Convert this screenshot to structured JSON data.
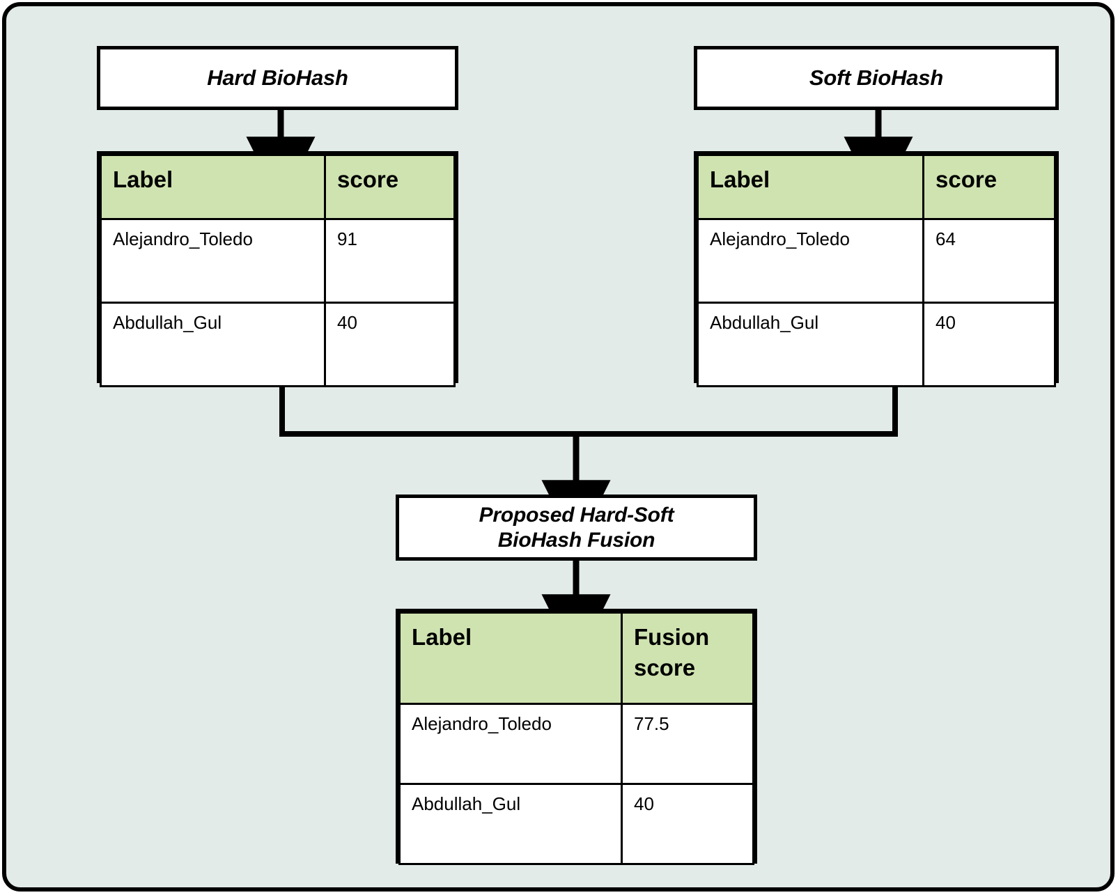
{
  "figure": {
    "title": "Proposed Hard-Soft BioHash Fusion pipeline",
    "background_color": "#e2ebe8",
    "border_color": "#000000",
    "header_fill": "#cfe3b0",
    "box_fill": "#ffffff"
  },
  "boxes": {
    "hard": {
      "label": "Hard BioHash"
    },
    "soft": {
      "label": "Soft BioHash"
    },
    "fusion": {
      "label_line1": "Proposed Hard-Soft",
      "label_line2": "BioHash Fusion"
    }
  },
  "tables": {
    "hard": {
      "name": "hard-biohash-score-table",
      "columns": [
        "Label",
        "score"
      ],
      "rows": [
        {
          "label": "Alejandro_Toledo",
          "score": "91"
        },
        {
          "label": "Abdullah_Gul",
          "score": "40"
        }
      ]
    },
    "soft": {
      "name": "soft-biohash-score-table",
      "columns": [
        "Label",
        "score"
      ],
      "rows": [
        {
          "label": "Alejandro_Toledo",
          "score": "64"
        },
        {
          "label": "Abdullah_Gul",
          "score": "40"
        }
      ]
    },
    "fusion": {
      "name": "fusion-score-table",
      "columns": [
        "Label",
        "Fusion score"
      ],
      "column_2_line1": "Fusion",
      "column_2_line2": "score",
      "rows": [
        {
          "label": "Alejandro_Toledo",
          "score": "77.5"
        },
        {
          "label": "Abdullah_Gul",
          "score": "40"
        }
      ]
    }
  },
  "connectors": [
    {
      "name": "hard-box-to-hard-table-arrow",
      "from": "hard",
      "to": "hard-table"
    },
    {
      "name": "soft-box-to-soft-table-arrow",
      "from": "soft",
      "to": "soft-table"
    },
    {
      "name": "tables-merge-to-fusion-arrow",
      "from": "hard-table,soft-table",
      "to": "fusion"
    },
    {
      "name": "fusion-to-fusion-table-arrow",
      "from": "fusion",
      "to": "fusion-table"
    }
  ]
}
